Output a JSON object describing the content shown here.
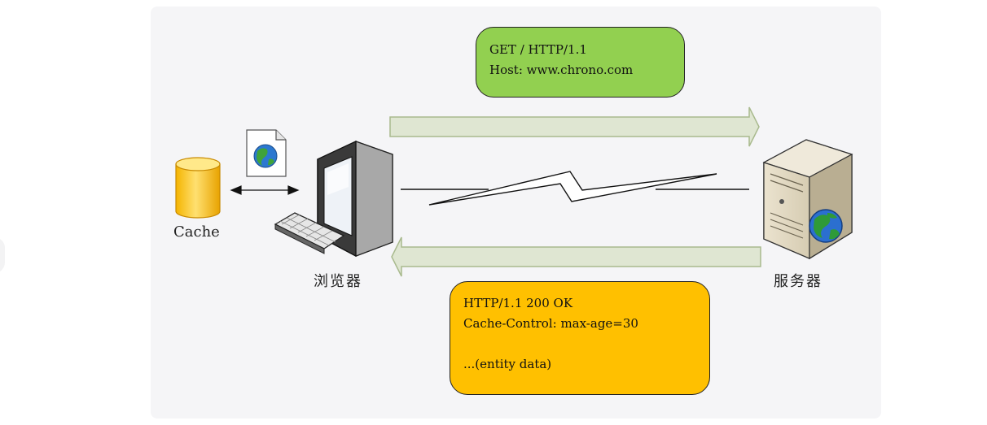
{
  "request": {
    "lines": [
      "GET / HTTP/1.1",
      "Host: www.chrono.com"
    ],
    "fill": "#92d050"
  },
  "response": {
    "lines": [
      "HTTP/1.1 200 OK",
      "Cache-Control: max-age=30",
      "",
      "...(entity data)"
    ],
    "fill": "#ffc000"
  },
  "nodes": {
    "cache": {
      "label": "Cache",
      "icon": "database-cylinder-icon"
    },
    "browser": {
      "label": "浏览器",
      "icon": "desktop-computer-icon"
    },
    "server": {
      "label": "服务器",
      "icon": "web-server-icon"
    },
    "document": {
      "icon": "web-document-icon"
    }
  },
  "colors": {
    "arrow_fill": "#dfe6d2",
    "arrow_stroke": "#a9ba8e",
    "panel": "#f5f5f7"
  }
}
